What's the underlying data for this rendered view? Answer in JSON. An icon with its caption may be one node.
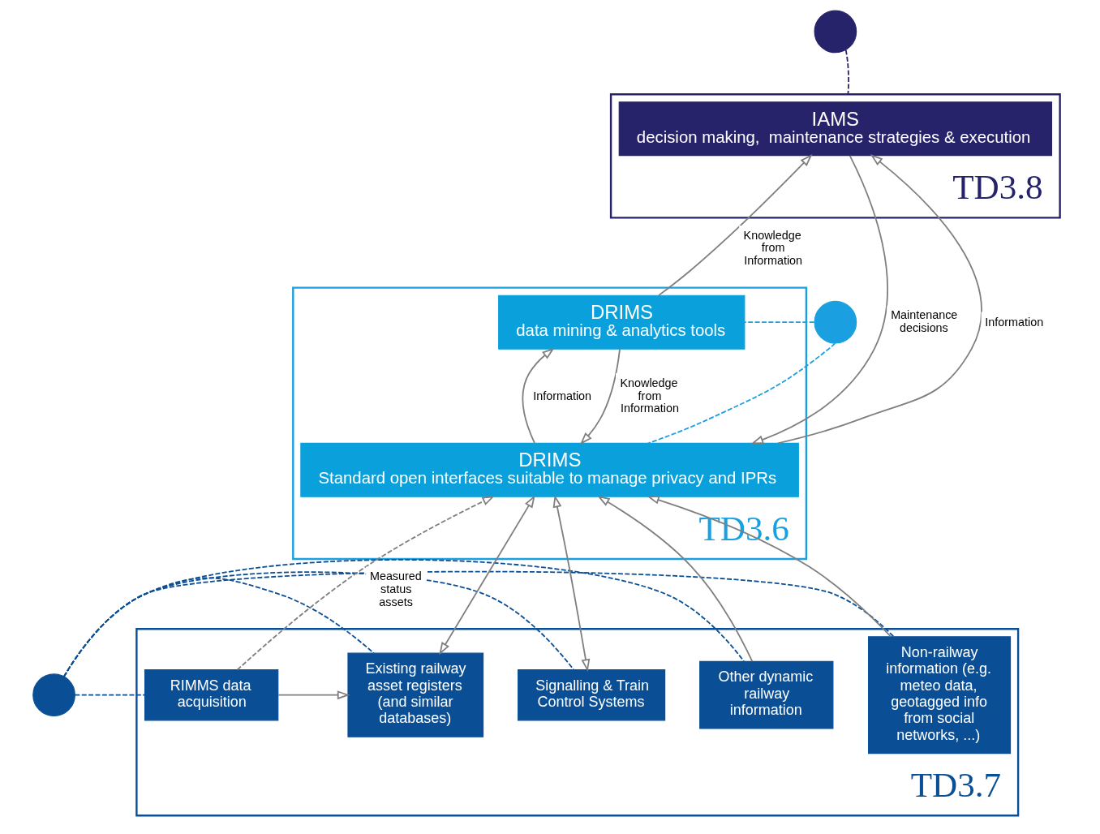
{
  "diagram": {
    "nodes": [
      {
        "text": [],
        "shape": "circle"
      },
      {
        "text": [],
        "shape": "circle"
      },
      {
        "text": [],
        "shape": "circle"
      },
      {
        "text": [
          "TD3.8"
        ]
      },
      {
        "text": [
          "IAMS",
          "decision making,  maintenance strategies & execution"
        ],
        "in": 3
      },
      {
        "text": [
          "TD3.6"
        ]
      },
      {
        "text": [
          "DRIMS",
          "data mining & analytics tools"
        ],
        "in": 5
      },
      {
        "text": [
          "DRIMS",
          "Standard open interfaces suitable to manage privacy and IPRs"
        ],
        "in": 5
      },
      {
        "text": [
          "TD3.7"
        ]
      },
      {
        "text": [
          "RIMMS data acquisition"
        ],
        "in": 8
      },
      {
        "text": [
          "Existing railway asset registers (and similar databases)"
        ],
        "in": 8
      },
      {
        "text": [
          "Signalling & Train Control Systems"
        ],
        "in": 8
      },
      {
        "text": [
          "Other dynamic railway information"
        ],
        "in": 8
      },
      {
        "text": [
          "Non-railway information (e.g. meteo data, geotagged info from social networks, ...)"
        ],
        "in": 8
      }
    ],
    "edges": [
      {
        "from": 0,
        "to": 3,
        "arrow": "none",
        "style": "dashed",
        "color": "#26236b"
      },
      {
        "from": 1,
        "to": 6,
        "arrow": "none",
        "style": "dashed",
        "color": "#1aa0e0"
      },
      {
        "from": 1,
        "to": 7,
        "arrow": "none",
        "style": "dashed",
        "color": "#1aa0e0"
      },
      {
        "from": 2,
        "to": 9,
        "arrow": "none",
        "style": "dashed",
        "color": "#0a4f96"
      },
      {
        "from": 2,
        "to": 10,
        "arrow": "none",
        "style": "dashed",
        "color": "#0a4f96"
      },
      {
        "from": 2,
        "to": 11,
        "arrow": "none",
        "style": "dashed",
        "color": "#0a4f96"
      },
      {
        "from": 2,
        "to": 12,
        "arrow": "none",
        "style": "dashed",
        "color": "#0a4f96"
      },
      {
        "from": 2,
        "to": 13,
        "arrow": "none",
        "style": "dashed",
        "color": "#0a4f96"
      },
      {
        "from": 6,
        "to": 4,
        "arrow": "to",
        "label": "Knowledge from Information"
      },
      {
        "from": 7,
        "to": 6,
        "arrow": "to",
        "label": "Information"
      },
      {
        "from": 6,
        "to": 7,
        "arrow": "to",
        "label": "Knowledge from Information"
      },
      {
        "from": 4,
        "to": 7,
        "arrow": "to",
        "label": "Maintenance decisions"
      },
      {
        "from": 7,
        "to": 4,
        "arrow": "to",
        "label": "Information"
      },
      {
        "from": 9,
        "to": 7,
        "arrow": "to",
        "label": "Measured status assets",
        "style": "dashed"
      },
      {
        "from": 10,
        "to": 7,
        "arrow": "both"
      },
      {
        "from": 11,
        "to": 7,
        "arrow": "both"
      },
      {
        "from": 12,
        "to": 7,
        "arrow": "to"
      },
      {
        "from": 13,
        "to": 7,
        "arrow": "to"
      },
      {
        "from": 9,
        "to": 10,
        "arrow": "to"
      }
    ]
  }
}
